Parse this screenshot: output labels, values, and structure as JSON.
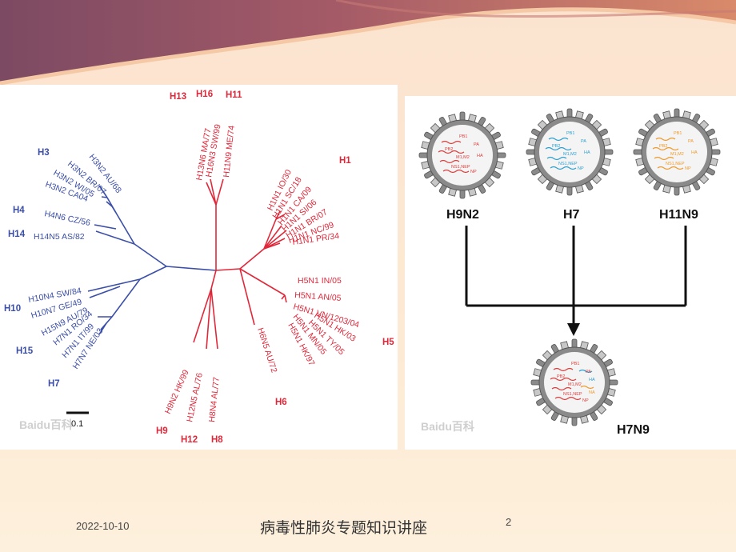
{
  "slide": {
    "date": "2022-10-10",
    "title": "病毒性肺炎专题知识讲座",
    "page_number": "2"
  },
  "tree": {
    "clusters": {
      "h3": "H3",
      "h4": "H4",
      "h14": "H14",
      "h10": "H10",
      "h15": "H15",
      "h7": "H7",
      "h13": "H13",
      "h16": "H16",
      "h11": "H11",
      "h1": "H1",
      "h5": "H5",
      "h6": "H6",
      "h9": "H9",
      "h12": "H12",
      "h8": "H8"
    },
    "strains": {
      "h3n2_au68": "H3N2 AU/68",
      "h3n2_br07": "H3N2 BR/07",
      "h3n2_wi05": "H3N2 WI/05",
      "h3n2_ca04": "H3N2 CA04",
      "h4n6_cz56": "H4N6 CZ/56",
      "h14n5_as82": "H14N5 AS/82",
      "h10n4_sw84": "H10N4 SW/84",
      "h10n7_ge49": "H10N7 GE/49",
      "h15n9_au79": "H15N9 AU/79",
      "h7n1_ro34": "H7N1 RO/34",
      "h7n1_it99": "H7N1 IT/99",
      "h7n7_ne03": "H7N7 NE/03",
      "h13n6_ma77": "H13N6 MA/77",
      "h16n3_sw99": "H16N3 SW/99",
      "h11n9_me74": "H11N9 ME/74",
      "h1n1_io30": "H1N1 IO/30",
      "h1n1_sc18": "H1N1 SC/18",
      "h1n1_ca09": "H1N1 CA/09",
      "h1n1_si06": "H1N1 SI/06",
      "h1n1_br07": "H1N1 BR/07",
      "h1n1_nc99": "H1N1 NC/99",
      "h1n1_pr34": "H1N1 PR/34",
      "h5n1_in05": "H5N1 IN/05",
      "h5n1_an05": "H5N1 AN/05",
      "h5n1_vn120304": "H5N1 VN/1203/04",
      "h5n1_hk03": "H5N1 HK/03",
      "h5n1_ty05": "H5N1 TY/05",
      "h5n1_mn05": "H5N1 MN/05",
      "h5n1_hk97": "H5N1 HK/97",
      "h6n5_au72": "H6N5 AU/72",
      "h9n2_hk99": "H9N2 HK/99",
      "h12n5_al76": "H12N5 AL/76",
      "h8n4_al77": "H8N4 AL/77"
    },
    "scale_label": "0.1",
    "watermark": "Baidu百科",
    "colors": {
      "group1": "#e0283a",
      "group2": "#3b4fa8"
    }
  },
  "reassortment": {
    "viruses": {
      "h9n2": "H9N2",
      "h7": "H7",
      "h11n9": "H11N9",
      "h7n9": "H7N9"
    },
    "segments": {
      "pb1": "PB1",
      "pb2": "PB2",
      "pa": "PA",
      "ha": "HA",
      "m1m2": "M1,M2",
      "na": "NA",
      "ns1nep": "NS1,NEP",
      "np": "NP"
    },
    "watermark": "Baidu百科",
    "colors": {
      "h9n2_segments": "#d9403f",
      "h7_segments": "#2f9fce",
      "h11n9_segments": "#ee9a2f",
      "envelope": "#858585"
    }
  }
}
